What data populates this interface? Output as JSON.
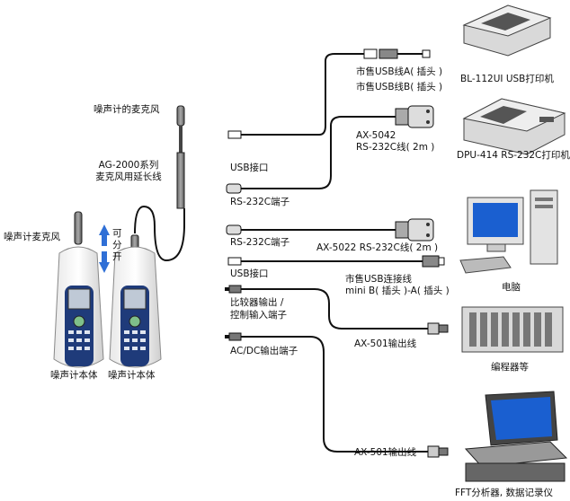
{
  "labels": {
    "mic_on_body": "噪声计麦克风",
    "mic_raised": "噪声计的麦克风",
    "ext_cable_line1": "AG-2000系列",
    "ext_cable_line2": "麦克风用延长线",
    "detach_line1": "可",
    "detach_line2": "分",
    "detach_line3": "开",
    "body_left": "噪声计本体",
    "body_right": "噪声计本体",
    "port_usb_top": "USB接口",
    "port_rs232_top": "RS-232C端子",
    "port_rs232_mid": "RS-232C端子",
    "port_usb_mid": "USB接口",
    "port_comp_line1": "比较器输出 /",
    "port_comp_line2": "控制输入端子",
    "port_acdc": "AC/DC输出端子",
    "cable_usb_a": "市售USB线A( 插头 )",
    "cable_usb_b": "市售USB线B( 插头 )",
    "cable_ax5042_line1": "AX-5042",
    "cable_ax5042_line2": "RS-232C线( 2m )",
    "cable_ax5022": "AX-5022 RS-232C线( 2m )",
    "cable_usb_conn_line1": "市售USB连接线",
    "cable_usb_conn_line2": "mini B( 插头 )-A( 插头 )",
    "cable_ax501_a": "AX-501输出线",
    "cable_ax501_b": "AX-501输出线",
    "dev_printer_usb": "BL-112UI USB打印机",
    "dev_printer_rs232": "DPU-414 RS-232C打印机",
    "dev_pc": "电脑",
    "dev_plc": "编程器等",
    "dev_fft": "FFT分析器, 数据记录仪"
  },
  "colors": {
    "device_grey": "#d9d9d9",
    "device_dark": "#4a4a4a",
    "meter_blue": "#1f3b7a",
    "arrow_blue": "#2f6fd6",
    "screen_blue": "#1a5fd0"
  },
  "icons": [
    "usb-plug-icon",
    "dsub-connector-icon",
    "bnc-plug-icon",
    "audio-jack-icon",
    "up-arrow-icon",
    "down-arrow-icon"
  ]
}
